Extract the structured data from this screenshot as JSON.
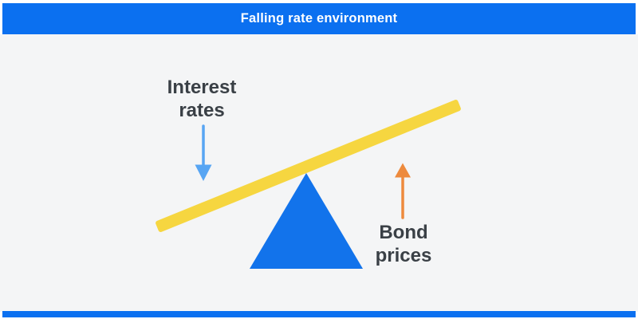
{
  "header": {
    "title": "Falling rate environment"
  },
  "diagram": {
    "interest_label": {
      "line1": "Interest",
      "line2": "rates"
    },
    "bond_label": {
      "line1": "Bond",
      "line2": "prices"
    },
    "down_arrow_icon": "arrow-down",
    "up_arrow_icon": "arrow-up",
    "seesaw_description": "tilted plank on triangle fulcrum, right side up"
  },
  "colors": {
    "header_blue": "#0b70f0",
    "footer_blue": "#0b70f0",
    "canvas_gray": "#f4f5f6",
    "seesaw_yellow": "#f6d640",
    "fulcrum_blue": "#1273eb",
    "down_arrow_blue": "#57a5f3",
    "up_arrow_orange": "#ed8a3d",
    "label_text": "#3a4046",
    "header_text": "#ffffff"
  }
}
